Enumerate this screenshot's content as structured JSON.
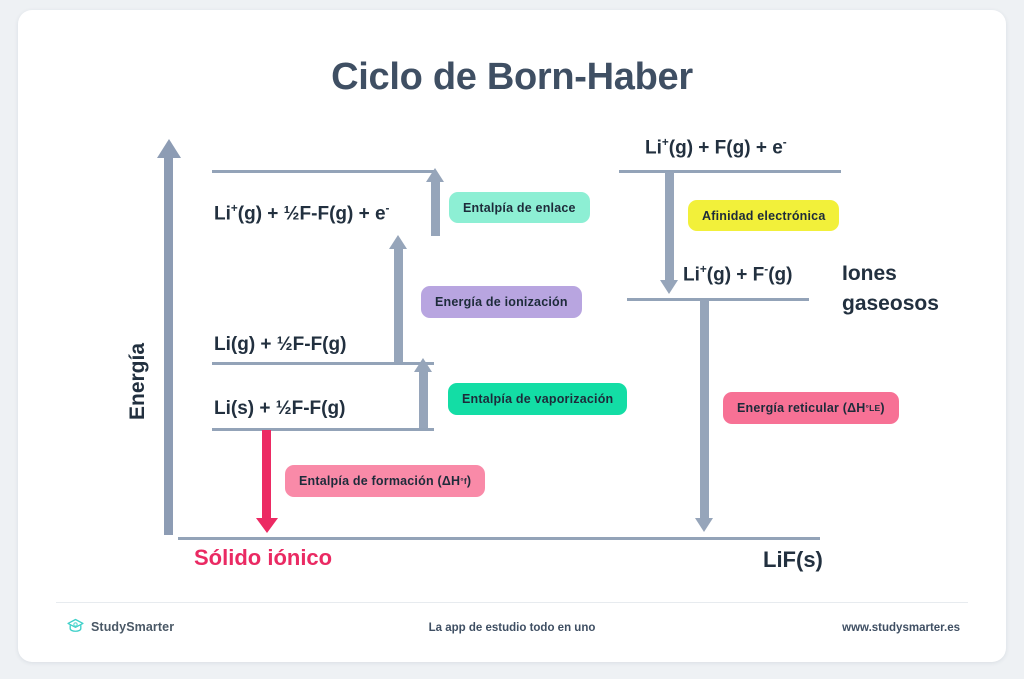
{
  "page": {
    "title": "Ciclo de Born-Haber"
  },
  "axis": {
    "label": "Energía",
    "icon": "up-arrow-icon"
  },
  "levels": [
    {
      "id": "top-right",
      "label_html": "Li<sup>+</sup>(g) + F(g) + e<sup>-</sup>"
    },
    {
      "id": "ion-left",
      "label_html": "Li<sup>+</sup>(g) + ½F-F(g) + e<sup>-</sup>"
    },
    {
      "id": "ions-gas",
      "label_html": "Li<sup>+</sup>(g) + F<sup>-</sup>(g)"
    },
    {
      "id": "li-gas",
      "label_html": "Li(g) + ½F-F(g)"
    },
    {
      "id": "li-solid",
      "label_html": "Li(s) + ½F-F(g)"
    }
  ],
  "badges": [
    {
      "id": "bond-enthalpy",
      "label_html": "Entalpía de enlace",
      "color": "#8defd4"
    },
    {
      "id": "electron-affinity",
      "label_html": "Afinidad electrónica",
      "color": "#f2f03a"
    },
    {
      "id": "ionization-energy",
      "label_html": "Energía de ionización",
      "color": "#b8a5e0"
    },
    {
      "id": "vaporization",
      "label_html": "Entalpía de vaporización",
      "color": "#13dda5"
    },
    {
      "id": "lattice-energy",
      "label_html": "Energía reticular (ΔH<sup>°</sup><sub>LE</sub>)",
      "color": "#f77195"
    },
    {
      "id": "formation-enthalpy",
      "label_html": "Entalpía de formación (ΔH<sup>°</sup><sub>f</sub>)",
      "color": "#f98aa8"
    }
  ],
  "captions": {
    "gaseous_ions_line1": "Iones",
    "gaseous_ions_line2": "gaseosos",
    "ionic_solid": "Sólido iónico",
    "ionic_solid_color": "#ea2a63",
    "product": "LiF(s)"
  },
  "footer": {
    "brand": "StudySmarter",
    "logo_icon": "graduation-cap-icon",
    "tagline": "La app de estudio todo en uno",
    "website": "www.studysmarter.es"
  },
  "colors": {
    "title": "#3f4f63",
    "level_line": "#93a3b8",
    "arrow_grey": "#96a5ba",
    "arrow_pink": "#ec2a63",
    "text_dark": "#22303f",
    "brand_teal": "#3fd0c9"
  }
}
